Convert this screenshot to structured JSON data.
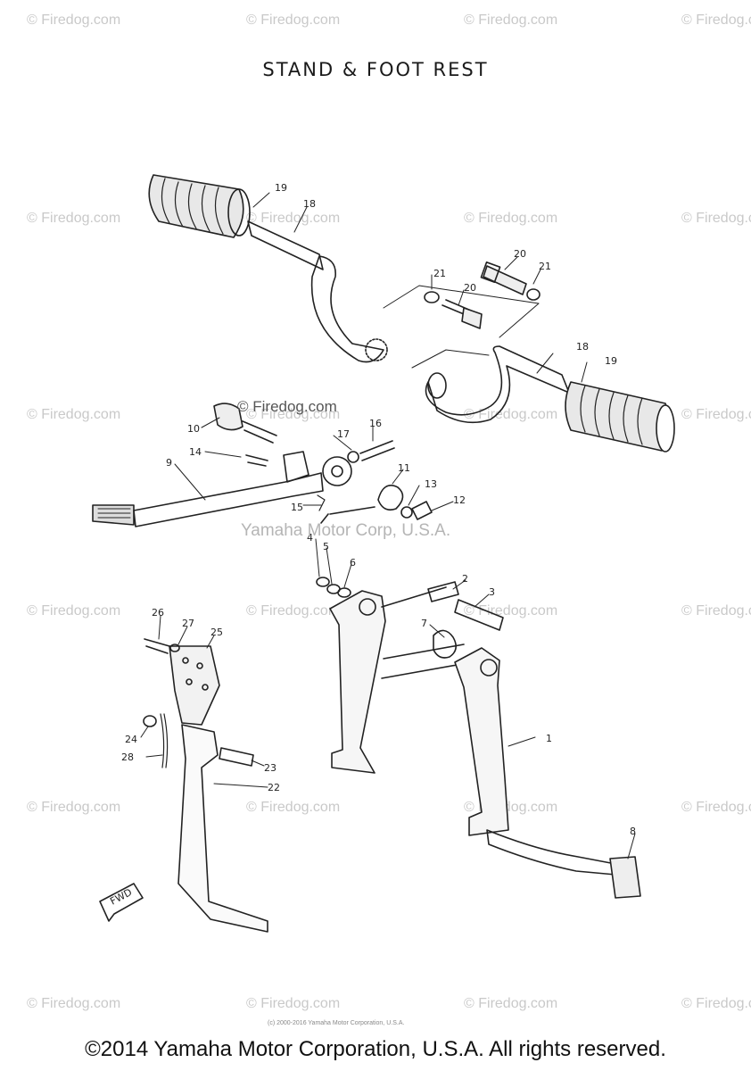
{
  "title": "STAND & FOOT REST",
  "footer": "©2014 Yamaha Motor Corporation, U.S.A. All rights reserved.",
  "watermark": "© Firedog.com",
  "inline_watermark": "© Firedog.com",
  "center_watermark": "Yamaha Motor Corp, U.S.A.",
  "tiny_copyright": "(c) 2000-2016 Yamaha Motor Corporation, U.S.A.",
  "fwd_label": "FWD",
  "callouts": [
    {
      "id": "c1",
      "text": "1"
    },
    {
      "id": "c2",
      "text": "2"
    },
    {
      "id": "c3",
      "text": "3"
    },
    {
      "id": "c4",
      "text": "4"
    },
    {
      "id": "c5",
      "text": "5"
    },
    {
      "id": "c6",
      "text": "6"
    },
    {
      "id": "c7",
      "text": "7"
    },
    {
      "id": "c8",
      "text": "8"
    },
    {
      "id": "c9",
      "text": "9"
    },
    {
      "id": "c10",
      "text": "10"
    },
    {
      "id": "c11",
      "text": "11"
    },
    {
      "id": "c12",
      "text": "12"
    },
    {
      "id": "c13",
      "text": "13"
    },
    {
      "id": "c14",
      "text": "14"
    },
    {
      "id": "c15",
      "text": "15"
    },
    {
      "id": "c16",
      "text": "16"
    },
    {
      "id": "c17",
      "text": "17"
    },
    {
      "id": "c18a",
      "text": "18"
    },
    {
      "id": "c18b",
      "text": "18"
    },
    {
      "id": "c19a",
      "text": "19"
    },
    {
      "id": "c19b",
      "text": "19"
    },
    {
      "id": "c20a",
      "text": "20"
    },
    {
      "id": "c20b",
      "text": "20"
    },
    {
      "id": "c21a",
      "text": "21"
    },
    {
      "id": "c21b",
      "text": "21"
    },
    {
      "id": "c22",
      "text": "22"
    },
    {
      "id": "c23",
      "text": "23"
    },
    {
      "id": "c24",
      "text": "24"
    },
    {
      "id": "c25",
      "text": "25"
    },
    {
      "id": "c26",
      "text": "26"
    },
    {
      "id": "c27",
      "text": "27"
    },
    {
      "id": "c28",
      "text": "28"
    }
  ]
}
